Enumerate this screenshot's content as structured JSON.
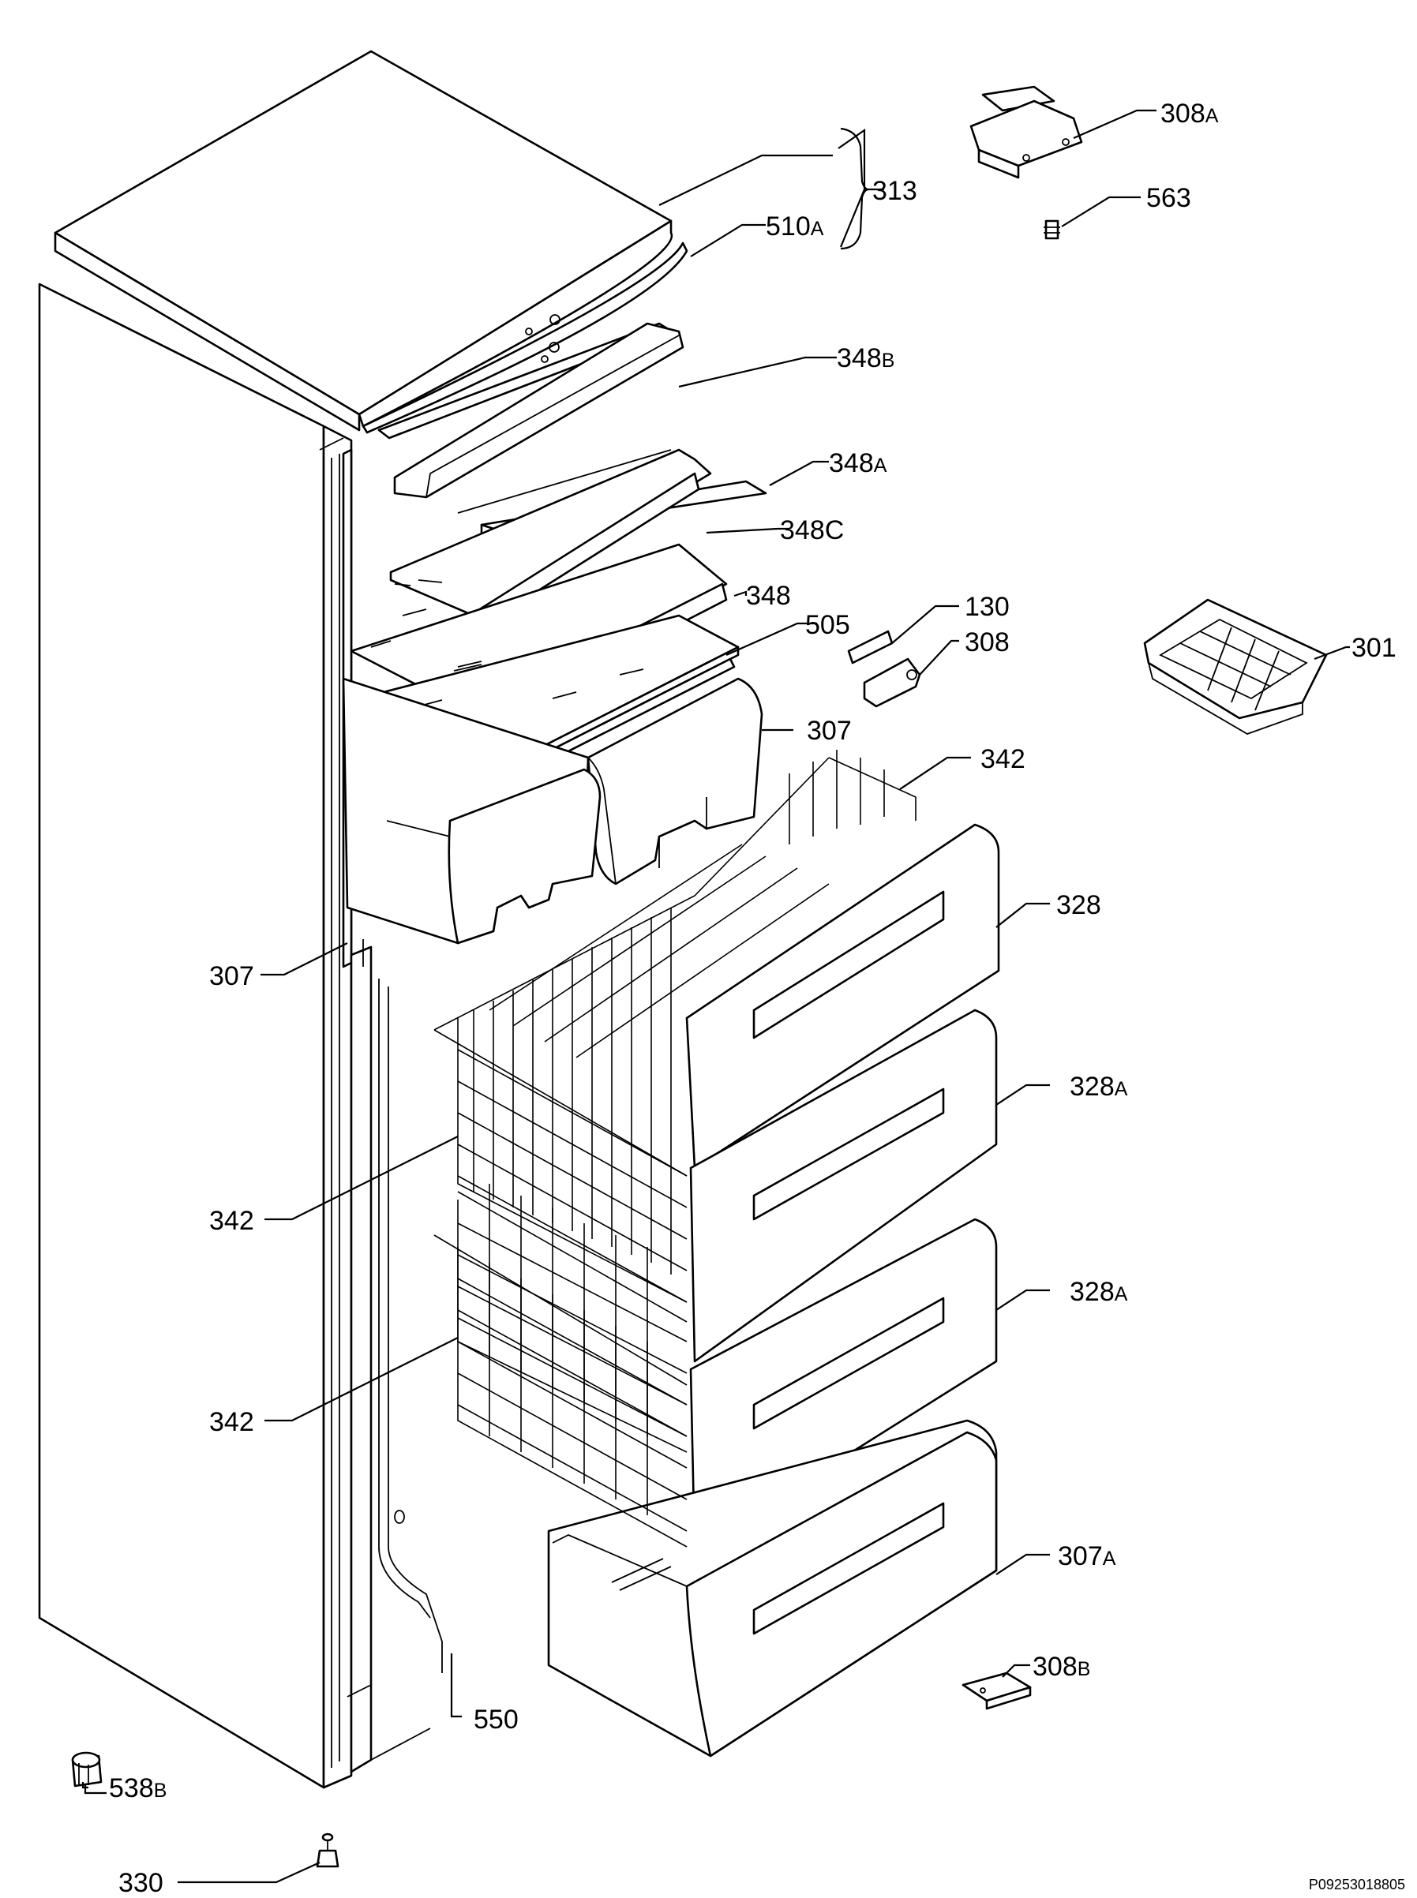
{
  "drawing_code": "P09253018805",
  "callouts": [
    {
      "id": "c-308a",
      "num": "308",
      "suffix": "A"
    },
    {
      "id": "c-313",
      "num": "313",
      "suffix": ""
    },
    {
      "id": "c-563",
      "num": "563",
      "suffix": ""
    },
    {
      "id": "c-510a",
      "num": "510",
      "suffix": "A"
    },
    {
      "id": "c-348b",
      "num": "348",
      "suffix": "B"
    },
    {
      "id": "c-348a",
      "num": "348",
      "suffix": "A"
    },
    {
      "id": "c-348c",
      "num": "348C",
      "suffix": ""
    },
    {
      "id": "c-348",
      "num": "348",
      "suffix": ""
    },
    {
      "id": "c-130",
      "num": "130",
      "suffix": ""
    },
    {
      "id": "c-308",
      "num": "308",
      "suffix": ""
    },
    {
      "id": "c-301",
      "num": "301",
      "suffix": ""
    },
    {
      "id": "c-505",
      "num": "505",
      "suffix": ""
    },
    {
      "id": "c-307-right",
      "num": "307",
      "suffix": ""
    },
    {
      "id": "c-342-top",
      "num": "342",
      "suffix": ""
    },
    {
      "id": "c-328",
      "num": "328",
      "suffix": ""
    },
    {
      "id": "c-307-left",
      "num": "307",
      "suffix": ""
    },
    {
      "id": "c-328a-upper",
      "num": "328",
      "suffix": "A"
    },
    {
      "id": "c-342-mid",
      "num": "342",
      "suffix": ""
    },
    {
      "id": "c-328a-lower",
      "num": "328",
      "suffix": "A"
    },
    {
      "id": "c-342-low",
      "num": "342",
      "suffix": ""
    },
    {
      "id": "c-307a",
      "num": "307",
      "suffix": "A"
    },
    {
      "id": "c-308b",
      "num": "308",
      "suffix": "B"
    },
    {
      "id": "c-550",
      "num": "550",
      "suffix": ""
    },
    {
      "id": "c-538b",
      "num": "538",
      "suffix": "B"
    },
    {
      "id": "c-330",
      "num": "330",
      "suffix": ""
    }
  ]
}
